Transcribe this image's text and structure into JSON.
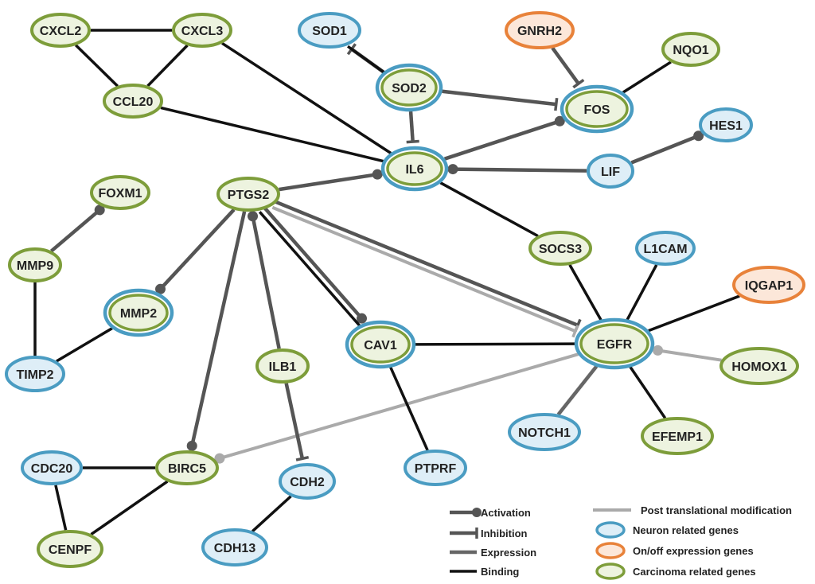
{
  "colors": {
    "neuron": "#4a9cc2",
    "onoff": "#e8823a",
    "carcinoma": "#7d9d3a",
    "fill_neuron": "#deeef7",
    "fill_onoff": "#fce7d9",
    "fill_carcinoma": "#edf3df",
    "activation": "#555555",
    "inhibition": "#555555",
    "expression": "#666666",
    "binding": "#111111",
    "ptm": "#aaaaaa"
  },
  "nodes": [
    {
      "id": "CXCL2",
      "label": "CXCL2",
      "category": "carcinoma",
      "double": false
    },
    {
      "id": "CXCL3",
      "label": "CXCL3",
      "category": "carcinoma",
      "double": false
    },
    {
      "id": "CCL20",
      "label": "CCL20",
      "category": "carcinoma",
      "double": false
    },
    {
      "id": "SOD1",
      "label": "SOD1",
      "category": "neuron",
      "double": false
    },
    {
      "id": "SOD2",
      "label": "SOD2",
      "category": "neuron",
      "double": true
    },
    {
      "id": "GNRH2",
      "label": "GNRH2",
      "category": "onoff",
      "double": false
    },
    {
      "id": "NQO1",
      "label": "NQO1",
      "category": "carcinoma",
      "double": false
    },
    {
      "id": "FOS",
      "label": "FOS",
      "category": "neuron",
      "double": true
    },
    {
      "id": "HES1",
      "label": "HES1",
      "category": "neuron",
      "double": false
    },
    {
      "id": "IL6",
      "label": "IL6",
      "category": "neuron",
      "double": true
    },
    {
      "id": "LIF",
      "label": "LIF",
      "category": "neuron",
      "double": false
    },
    {
      "id": "FOXM1",
      "label": "FOXM1",
      "category": "carcinoma",
      "double": false
    },
    {
      "id": "PTGS2",
      "label": "PTGS2",
      "category": "carcinoma",
      "double": false
    },
    {
      "id": "MMP9",
      "label": "MMP9",
      "category": "carcinoma",
      "double": false
    },
    {
      "id": "SOCS3",
      "label": "SOCS3",
      "category": "carcinoma",
      "double": false
    },
    {
      "id": "L1CAM",
      "label": "L1CAM",
      "category": "neuron",
      "double": false
    },
    {
      "id": "IQGAP1",
      "label": "IQGAP1",
      "category": "onoff",
      "double": false
    },
    {
      "id": "MMP2",
      "label": "MMP2",
      "category": "neuron",
      "double": true
    },
    {
      "id": "CAV1",
      "label": "CAV1",
      "category": "neuron",
      "double": true
    },
    {
      "id": "EGFR",
      "label": "EGFR",
      "category": "neuron",
      "double": true
    },
    {
      "id": "TIMP2",
      "label": "TIMP2",
      "category": "neuron",
      "double": false
    },
    {
      "id": "ILB1",
      "label": "ILB1",
      "category": "carcinoma",
      "double": false
    },
    {
      "id": "HOMOX1",
      "label": "HOMOX1",
      "category": "carcinoma",
      "double": false
    },
    {
      "id": "NOTCH1",
      "label": "NOTCH1",
      "category": "neuron",
      "double": false
    },
    {
      "id": "EFEMP1",
      "label": "EFEMP1",
      "category": "carcinoma",
      "double": false
    },
    {
      "id": "CDC20",
      "label": "CDC20",
      "category": "neuron",
      "double": false
    },
    {
      "id": "BIRC5",
      "label": "BIRC5",
      "category": "carcinoma",
      "double": false
    },
    {
      "id": "CDH2",
      "label": "CDH2",
      "category": "neuron",
      "double": false
    },
    {
      "id": "PTPRF",
      "label": "PTPRF",
      "category": "neuron",
      "double": false
    },
    {
      "id": "CENPF",
      "label": "CENPF",
      "category": "carcinoma",
      "double": false
    },
    {
      "id": "CDH13",
      "label": "CDH13",
      "category": "neuron",
      "double": false
    }
  ],
  "edges": [
    {
      "source": "CXCL2",
      "target": "CXCL3",
      "type": "binding"
    },
    {
      "source": "CXCL2",
      "target": "CCL20",
      "type": "binding"
    },
    {
      "source": "CXCL3",
      "target": "CCL20",
      "type": "binding"
    },
    {
      "source": "CXCL3",
      "target": "IL6",
      "type": "binding"
    },
    {
      "source": "CCL20",
      "target": "IL6",
      "type": "binding"
    },
    {
      "source": "SOD2",
      "target": "SOD1",
      "type": "inhibition"
    },
    {
      "source": "SOD1",
      "target": "SOD2",
      "type": "binding"
    },
    {
      "source": "SOD2",
      "target": "FOS",
      "type": "inhibition"
    },
    {
      "source": "SOD2",
      "target": "IL6",
      "type": "inhibition"
    },
    {
      "source": "GNRH2",
      "target": "FOS",
      "type": "inhibition"
    },
    {
      "source": "FOS",
      "target": "NQO1",
      "type": "binding"
    },
    {
      "source": "IL6",
      "target": "FOS",
      "type": "activation"
    },
    {
      "source": "LIF",
      "target": "HES1",
      "type": "activation"
    },
    {
      "source": "LIF",
      "target": "IL6",
      "type": "activation"
    },
    {
      "source": "PTGS2",
      "target": "IL6",
      "type": "activation"
    },
    {
      "source": "IL6",
      "target": "SOCS3",
      "type": "binding"
    },
    {
      "source": "MMP9",
      "target": "FOXM1",
      "type": "activation"
    },
    {
      "source": "PTGS2",
      "target": "MMP2",
      "type": "activation"
    },
    {
      "source": "PTGS2",
      "target": "EGFR",
      "type": "inhibition"
    },
    {
      "source": "PTGS2",
      "target": "EGFR",
      "type": "ptm"
    },
    {
      "source": "PTGS2",
      "target": "CAV1",
      "type": "activation"
    },
    {
      "source": "PTGS2",
      "target": "CAV1",
      "type": "binding"
    },
    {
      "source": "ILB1",
      "target": "PTGS2",
      "type": "activation"
    },
    {
      "source": "PTGS2",
      "target": "BIRC5",
      "type": "activation"
    },
    {
      "source": "MMP9",
      "target": "TIMP2",
      "type": "binding"
    },
    {
      "source": "TIMP2",
      "target": "MMP2",
      "type": "binding"
    },
    {
      "source": "SOCS3",
      "target": "EGFR",
      "type": "binding"
    },
    {
      "source": "L1CAM",
      "target": "EGFR",
      "type": "binding"
    },
    {
      "source": "IQGAP1",
      "target": "EGFR",
      "type": "binding"
    },
    {
      "source": "HOMOX1",
      "target": "EGFR",
      "type": "ptm_act"
    },
    {
      "source": "CAV1",
      "target": "EGFR",
      "type": "binding"
    },
    {
      "source": "EGFR",
      "target": "NOTCH1",
      "type": "expression"
    },
    {
      "source": "EGFR",
      "target": "EFEMP1",
      "type": "binding"
    },
    {
      "source": "EGFR",
      "target": "BIRC5",
      "type": "ptm_act"
    },
    {
      "source": "CAV1",
      "target": "PTPRF",
      "type": "binding"
    },
    {
      "source": "ILB1",
      "target": "CDH2",
      "type": "inhibition"
    },
    {
      "source": "CDC20",
      "target": "BIRC5",
      "type": "binding"
    },
    {
      "source": "CDC20",
      "target": "CENPF",
      "type": "binding"
    },
    {
      "source": "BIRC5",
      "target": "CENPF",
      "type": "binding"
    },
    {
      "source": "CDH2",
      "target": "CDH13",
      "type": "binding"
    }
  ],
  "legend": {
    "edges": [
      {
        "type": "activation",
        "label": "Activation"
      },
      {
        "type": "inhibition",
        "label": "Inhibition"
      },
      {
        "type": "expression",
        "label": "Expression"
      },
      {
        "type": "binding",
        "label": "Binding"
      },
      {
        "type": "ptm",
        "label": "Post translational modification"
      }
    ],
    "nodes": [
      {
        "category": "neuron",
        "label": "Neuron related genes"
      },
      {
        "category": "onoff",
        "label": "On/off expression genes"
      },
      {
        "category": "carcinoma",
        "label": "Carcinoma related genes"
      }
    ]
  }
}
